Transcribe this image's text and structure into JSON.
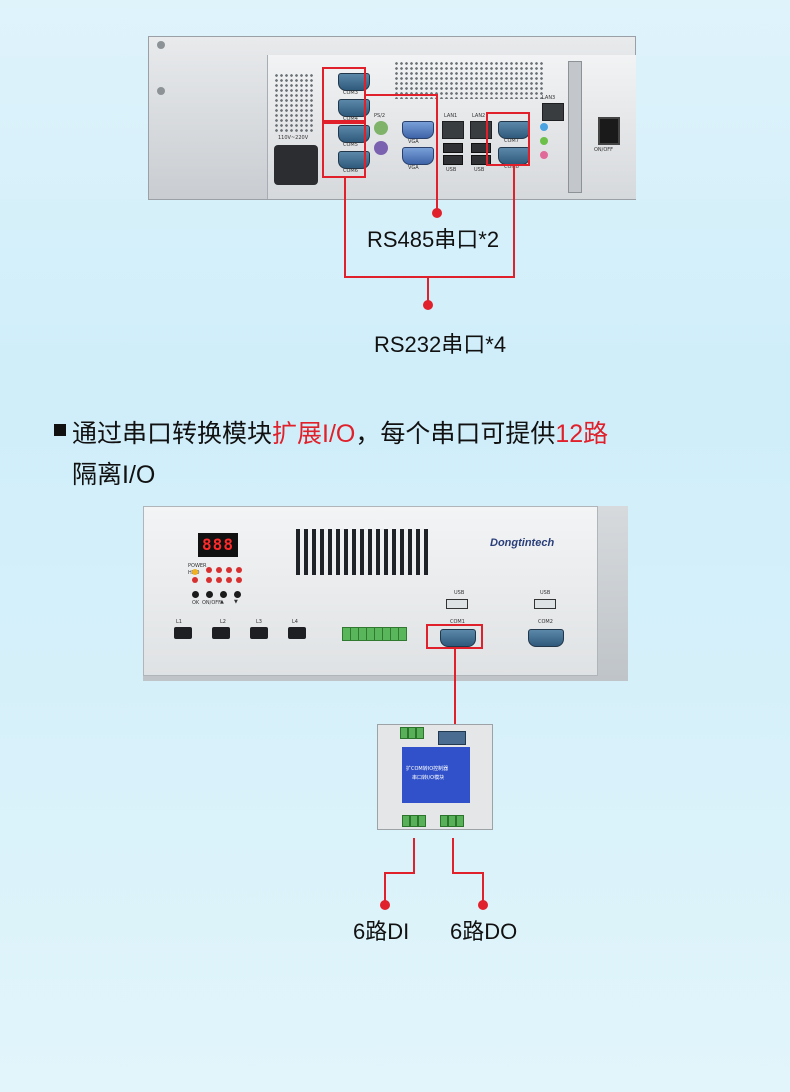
{
  "top_device": {
    "port_labels": {
      "com3": "COM3",
      "com4": "COM4",
      "com5": "COM5",
      "com6": "COM6",
      "com7": "COM7",
      "com8": "COM8",
      "ps2": "PS/2",
      "vga1": "VGA",
      "vga2": "VGA",
      "lan1": "LAN1",
      "lan2": "LAN2",
      "lan3": "LAN3",
      "usb1": "USB",
      "usb2": "USB",
      "power_voltage": "110V~220V",
      "power_switch": "ON/OFF"
    }
  },
  "callouts": {
    "rs485": "RS485串口*2",
    "rs232": "RS232串口*4"
  },
  "description": {
    "part1": "通过串口转换模块",
    "highlight1": "扩展I/O",
    "part2": "，每个串口可提供",
    "highlight2": "12路",
    "line2": "隔离I/O"
  },
  "front_device": {
    "brand": "Dongtintech",
    "display": "888",
    "led_labels": {
      "power": "POWER",
      "hdd": "HDD"
    },
    "button_labels": {
      "ok": "OK",
      "on_off": "ON/OFF",
      "up": "▲",
      "down": "▼"
    },
    "switch_labels": [
      "L1",
      "L2",
      "L3",
      "L4"
    ],
    "usb_labels": [
      "USB",
      "USB"
    ],
    "com_labels": [
      "COM1",
      "COM2"
    ]
  },
  "module": {
    "line1": "扩COM转IO控制器",
    "line2": "串口转I/O模块"
  },
  "bottom_labels": {
    "di": "6路DI",
    "do": "6路DO"
  },
  "colors": {
    "accent_red": "#e0202a",
    "text": "#111111"
  }
}
